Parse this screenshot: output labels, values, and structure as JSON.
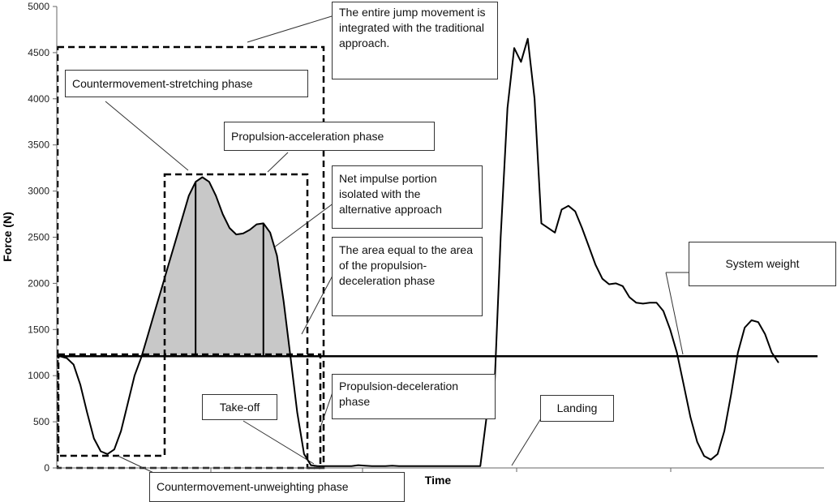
{
  "chart_data": {
    "type": "line",
    "title": "",
    "xlabel": "Time",
    "ylabel": "Force (N)",
    "ylim": [
      0,
      5000
    ],
    "yticks": [
      "0",
      "500",
      "1000",
      "1500",
      "2000",
      "2500",
      "3000",
      "3500",
      "4000",
      "4500",
      "5000"
    ],
    "grid": false,
    "series": [
      {
        "values": [
          1210,
          1190,
          1120,
          900,
          600,
          320,
          180,
          150,
          200,
          400,
          700,
          1000,
          1200,
          1450,
          1700,
          1950,
          2200,
          2450,
          2700,
          2950,
          3100,
          3150,
          3100,
          2950,
          2750,
          2600,
          2530,
          2540,
          2580,
          2640,
          2650,
          2550,
          2300,
          1800,
          1200,
          600,
          150,
          30,
          20,
          20,
          20,
          20,
          20,
          20,
          30,
          25,
          20,
          20,
          20,
          25,
          20,
          20,
          20,
          20,
          20,
          20,
          20,
          20,
          20,
          20,
          20,
          20,
          20,
          600,
          700,
          2500,
          3900,
          4550,
          4400,
          4650,
          4000,
          2650,
          2600,
          2550,
          2800,
          2840,
          2780,
          2600,
          2400,
          2200,
          2050,
          1990,
          2000,
          1970,
          1850,
          1790,
          1780,
          1790,
          1790,
          1700,
          1500,
          1250,
          900,
          550,
          280,
          130,
          90,
          150,
          400,
          800,
          1250,
          1520,
          1600,
          1580,
          1450,
          1250,
          1140
        ]
      },
      {
        "name": "System weight",
        "values": [
          1210,
          1210
        ]
      }
    ],
    "annotations": [
      "The entire jump movement is integrated with the traditional approach.",
      "Countermovement-stretching phase",
      "Propulsion-acceleration phase",
      "Net impulse portion isolated with the alternative approach",
      "The area equal to the area of the propulsion-deceleration phase",
      "System weight",
      "Propulsion-deceleration phase",
      "Take-off",
      "Landing",
      "Countermovement-unweighting phase"
    ]
  },
  "colors": {
    "curve": "#000000",
    "shaded_area": "#c8c8c8",
    "box_border": "#333333"
  }
}
